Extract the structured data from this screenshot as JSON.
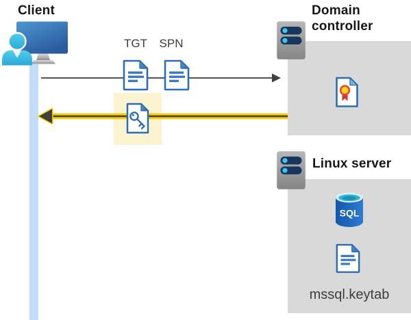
{
  "diagram": {
    "client": {
      "label": "Client"
    },
    "tickets": {
      "tgt_label": "TGT",
      "spn_label": "SPN"
    },
    "domain_controller": {
      "label": "Domain controller"
    },
    "linux_server": {
      "label": "Linux server",
      "sql_badge": "SQL",
      "keytab_file": "mssql.keytab"
    }
  },
  "colors": {
    "panel_gray": "#d9d9d9",
    "lifeline_blue": "#c4ddf7",
    "highlight_box_yellow": "#fcf4d1",
    "highlight_arrow_yellow": "#facc00",
    "arrow_dark": "#3f3f3f",
    "request_arrow_gray": "#5a5a5a",
    "document_blue": "#2e6db5",
    "person_cyan": "#41c2e6",
    "monitor_blue": "#3a78bd",
    "sql_database_blue": "#1b63b6",
    "certificate_seal_yellow": "#ffd216",
    "certificate_ribbon_red": "#ce3b35"
  }
}
